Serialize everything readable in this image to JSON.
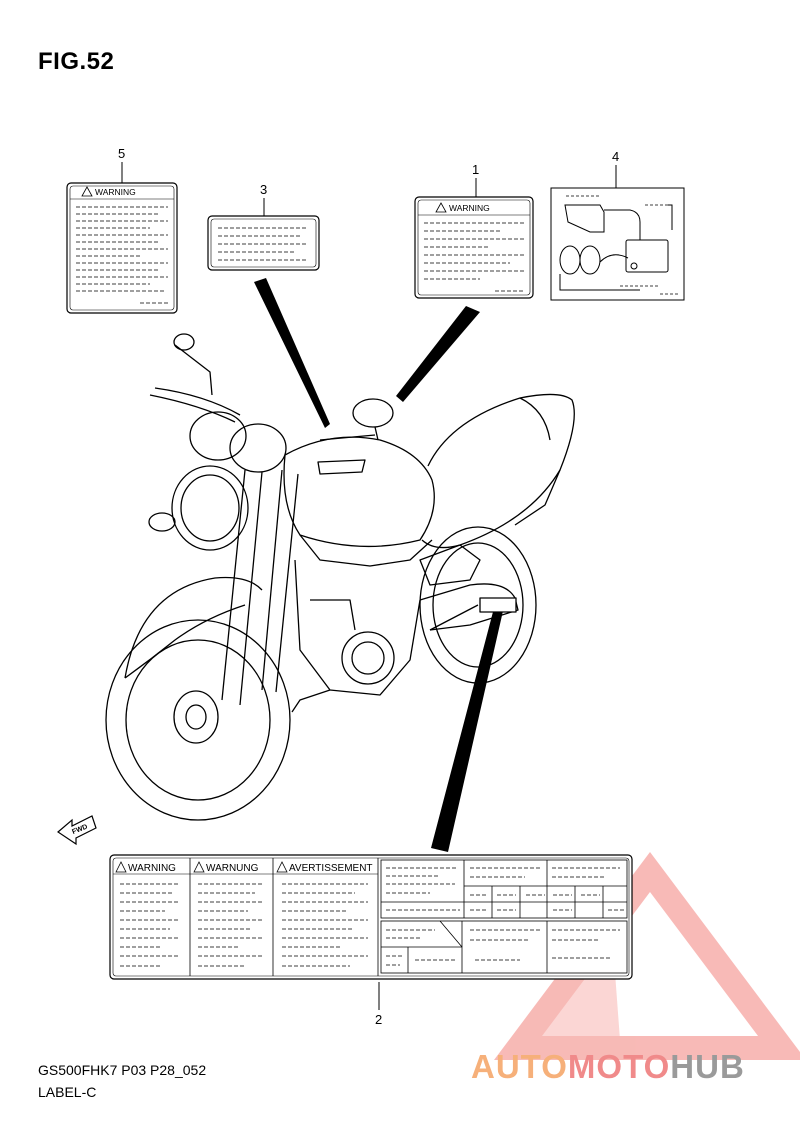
{
  "figure": {
    "title": "FIG.52"
  },
  "footer": {
    "model_code": "GS500FHK7 P03 P28_052",
    "group": "LABEL-C"
  },
  "callouts": [
    {
      "number": "1"
    },
    {
      "number": "2"
    },
    {
      "number": "3"
    },
    {
      "number": "4"
    },
    {
      "number": "5"
    }
  ],
  "labels": {
    "label5_header": "WARNING",
    "label1_header": "WARNING",
    "label2_headers": [
      "WARNING",
      "WARNUNG",
      "AVERTISSEMENT"
    ]
  },
  "fwd_arrow": {
    "text": "FWD"
  },
  "watermark": {
    "part1": "AUTO",
    "part2": "MOTO",
    "part3": "HUB"
  },
  "colors": {
    "watermark_orange": "#f6b07a",
    "watermark_red": "#f08a8a",
    "watermark_gray": "#9a9a9a"
  }
}
